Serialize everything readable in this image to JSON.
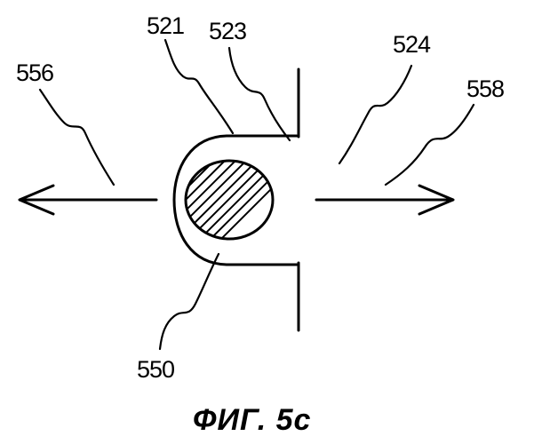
{
  "figure": {
    "caption": "ФИГ. 5c",
    "labels": {
      "l521": "521",
      "l523": "523",
      "l524": "524",
      "l556": "556",
      "l558": "558",
      "l550": "550"
    }
  }
}
